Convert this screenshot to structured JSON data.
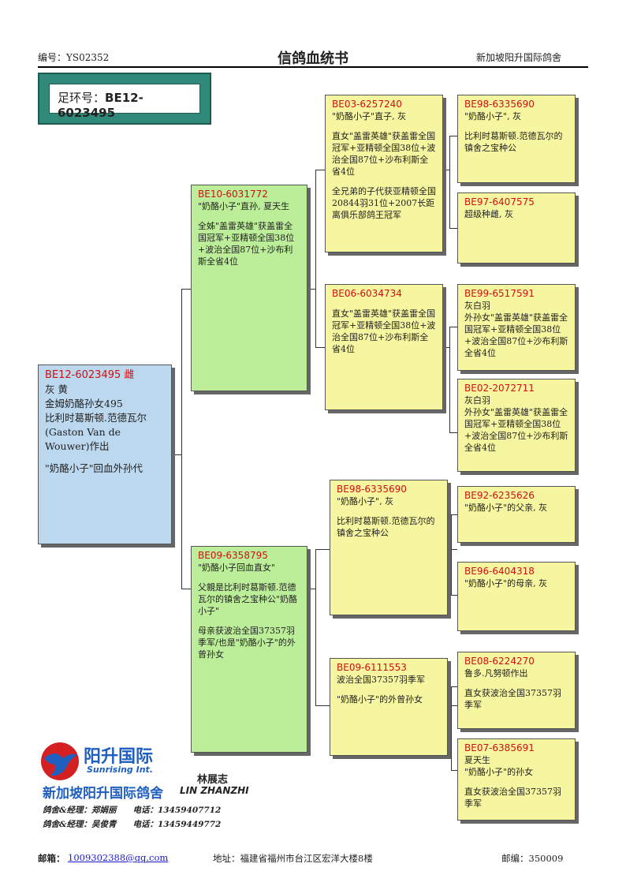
{
  "header": {
    "serial": "编号：YS02352",
    "title": "信鸽血统书",
    "loft": "新加坡阳升国际鸽舍"
  },
  "ring": {
    "label": "足环号：",
    "number": "BE12-6023495"
  },
  "subject": {
    "id": "BE12-6023495 雌",
    "lines": [
      "灰 黄",
      "金姆奶酪孙女495",
      "比利时葛斯顿.范德瓦尔",
      "(Gaston Van de Wouwer)作出"
    ],
    "note": "\"奶酪小子\"回血外孙代"
  },
  "sire": {
    "id": "BE10-6031772",
    "lines": [
      "\"奶酪小子\"直孙, 夏天生"
    ],
    "note": "全姊\"盖雷英雄\"获盖雷全国冠军+亚精顿全国38位+波治全国87位+沙布利斯全省4位"
  },
  "dam": {
    "id": "BE09-6358795",
    "lines": [
      "\"奶酪小子回血直女\""
    ],
    "note": "父親是比利时葛斯顿.范德瓦尔的镇舍之宝种公\"奶酪小子\"",
    "note2": "母亲获波治全国37357羽季军/也是\"奶酪小子\"的外曾孙女"
  },
  "ss": {
    "id": "BE03-6257240",
    "lines": [
      "\"奶酪小子\"直子, 灰"
    ],
    "note": "直女\"盖雷英雄\"获盖雷全国冠军+亚精顿全国38位+波治全国87位+沙布利斯全省4位",
    "note2": "全兄弟的子代获亚精顿全国20844羽31位+2007长距离俱乐部鸽王冠军"
  },
  "sd": {
    "id": "BE06-6034734",
    "note": "直女\"盖雷英雄\"获盖雷全国冠军+亚精顿全国38位+波治全国87位+沙布利斯全省4位"
  },
  "ds": {
    "id": "BE98-6335690",
    "lines": [
      "\"奶酪小子\", 灰"
    ],
    "note": "比利时葛斯顿.范德瓦尔的镇舍之宝种公"
  },
  "dd": {
    "id": "BE09-6111553",
    "lines": [
      "波治全国37357羽季军"
    ],
    "note": "\"奶酪小子\"的外曾孙女"
  },
  "sss": {
    "id": "BE98-6335690",
    "lines": [
      "\"奶酪小子\", 灰"
    ],
    "note": "比利时葛斯顿.范德瓦尔的镇舍之宝种公"
  },
  "ssd": {
    "id": "BE97-6407575",
    "lines": [
      "超级种雌, 灰"
    ]
  },
  "sds": {
    "id": "BE99-6517591",
    "lines": [
      "灰白羽",
      "外孙女\"盖雷英雄\"获盖雷全国冠军+亚精顿全国38位+波治全国87位+沙布利斯全省4位"
    ]
  },
  "sdd": {
    "id": "BE02-2072711",
    "lines": [
      "灰白羽",
      "外孙女\"盖雷英雄\"获盖雷全国冠军+亚精顿全国38位+波治全国87位+沙布利斯全省4位"
    ]
  },
  "dss": {
    "id": "BE92-6235626",
    "lines": [
      "\"奶酪小子\"的父亲, 灰"
    ]
  },
  "dsd": {
    "id": "BE96-6404318",
    "lines": [
      "\"奶酪小子\"的母亲, 灰"
    ]
  },
  "dds": {
    "id": "BE08-6224270",
    "lines": [
      "鲁多.凡努顿作出"
    ],
    "note": "直女获波治全国37357羽季军"
  },
  "ddd": {
    "id": "BE07-6385691",
    "lines": [
      "夏天生",
      "\"奶酪小子\"的孙女"
    ],
    "note": "直女获波治全国37357羽季军"
  },
  "logo": {
    "brand_cn": "阳升国际",
    "brand_en": "Sunrising Int.",
    "loft": "新加坡阳升国际鸽舍",
    "owner_cn": "林展志",
    "owner_en": "LIN ZHANZHI",
    "contact1": "鸽舍&经理：郑娟丽　　电话：13459407712",
    "contact2": "鸽舍&经理：吴俊青　　电话：13459449772",
    "colors": {
      "red": "#d42020",
      "blue": "#1f5fbf"
    }
  },
  "footer": {
    "email_label": "邮箱：",
    "email": "1009302388@qq.com",
    "address": "地址：福建省福州市台江区宏洋大楼8楼",
    "zip": "邮编：350009"
  }
}
